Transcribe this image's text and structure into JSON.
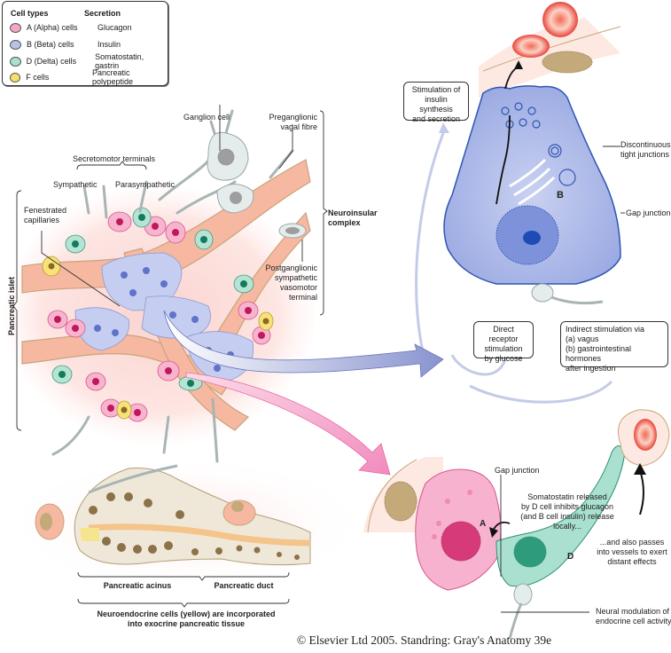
{
  "legend": {
    "header_cell_types": "Cell types",
    "header_secretion": "Secretion",
    "items": [
      {
        "cell": "A (Alpha) cells",
        "secretion": "Glucagon",
        "color": "#f4a6c8"
      },
      {
        "cell": "B (Beta) cells",
        "secretion": "Insulin",
        "color": "#b9c2e6"
      },
      {
        "cell": "D (Delta) cells",
        "secretion": "Somatostatin, gastrin",
        "color": "#a9e0cf"
      },
      {
        "cell": "F cells",
        "secretion": "Pancreatic polypeptide",
        "color": "#f5df6a"
      }
    ]
  },
  "islet_labels": {
    "ganglion_cell": "Ganglion cell",
    "preganglionic_line1": "Preganglionic",
    "preganglionic_line2": "vagal fibre",
    "secretomotor_terminals": "Secretomotor terminals",
    "sympathetic": "Sympathetic",
    "parasympathetic": "Parasympathetic",
    "fenestrated_line1": "Fenestrated",
    "fenestrated_line2": "capillaries",
    "neuroinsular_line1": "Neuroinsular",
    "neuroinsular_line2": "complex",
    "postganglionic_line1": "Postganglionic",
    "postganglionic_line2": "sympathetic",
    "postganglionic_line3": "vasomotor",
    "postganglionic_line4": "terminal",
    "pancreatic_islet": "Pancreatic islet"
  },
  "beta_cell_panel": {
    "stimulation_box": [
      "Stimulation of",
      "insulin synthesis",
      "and secretion"
    ],
    "discontinuous_line1": "Discontinuous",
    "discontinuous_line2": "tight junctions",
    "gap_junction": "Gap junction",
    "cell_letter": "B",
    "direct_box": [
      "Direct receptor",
      "stimulation",
      "by glucose"
    ],
    "indirect_box": [
      "Indirect stimulation via",
      "(a) vagus",
      "(b) gastrointestinal hormones",
      "after ingestion"
    ]
  },
  "acinus_labels": {
    "acinus": "Pancreatic acinus",
    "duct": "Pancreatic duct",
    "note_line1": "Neuroendocrine cells (yellow) are incorporated",
    "note_line2": "into exocrine pancreatic tissue"
  },
  "ad_panel": {
    "gap_junction": "Gap junction",
    "somatostatin": [
      "Somatostatin released",
      "by D cell inhibits glucagon",
      "(and B cell insulin) release",
      "locally..."
    ],
    "also_passes": [
      "...and also passes",
      "into vessels to exert",
      "distant effects"
    ],
    "neural_modulation_line1": "Neural modulation of",
    "neural_modulation_line2": "endocrine cell activity",
    "letter_a": "A",
    "letter_d": "D"
  },
  "copyright": "© Elsevier Ltd 2005. Standring: Gray's Anatomy 39e"
}
